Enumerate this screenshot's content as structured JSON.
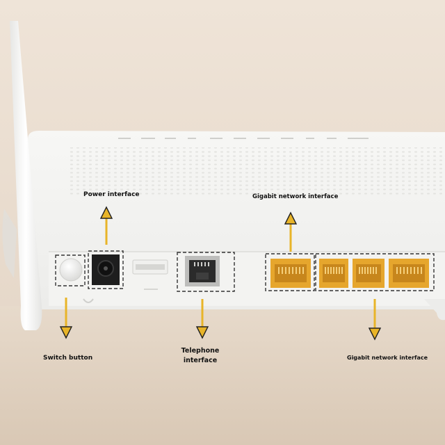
{
  "labels": {
    "power": "Power interface",
    "gigabit_top": "Gigabit network interface",
    "switch": "Switch button",
    "telephone_line1": "Telephone",
    "telephone_line2": "interface",
    "gigabit_bottom": "Gigabit network interface"
  },
  "colors": {
    "background": "#e9dccd",
    "device": "#f5f5f3",
    "arrow": "#e8b428",
    "port_gold": "#e6a62d"
  }
}
